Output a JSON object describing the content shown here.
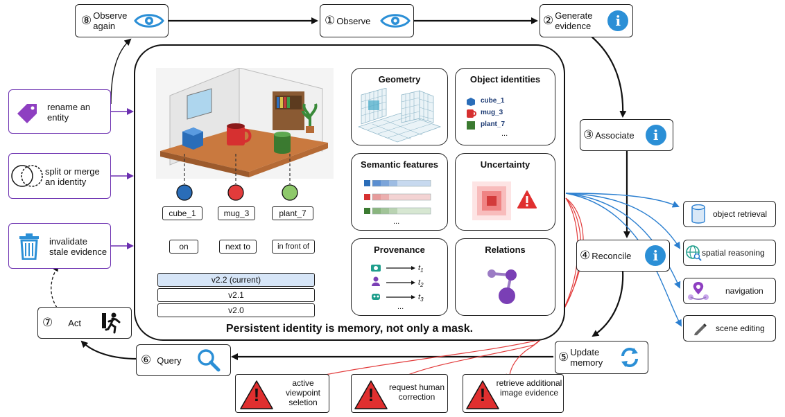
{
  "steps": {
    "s1": {
      "num": "①",
      "label": "Observe"
    },
    "s2": {
      "num": "②",
      "label": "Generate evidence"
    },
    "s3": {
      "num": "③",
      "label": "Associate"
    },
    "s4": {
      "num": "④",
      "label": "Reconcile"
    },
    "s5": {
      "num": "⑤",
      "label": "Update memory"
    },
    "s6": {
      "num": "⑥",
      "label": "Query"
    },
    "s7": {
      "num": "⑦",
      "label": "Act"
    },
    "s8": {
      "num": "⑧",
      "label": "Observe again"
    },
    "info_glyph": "i"
  },
  "edits": {
    "rename": "rename an entity",
    "split": "split or merge an identity",
    "invalidate": "invalidate stale evidence"
  },
  "memory": {
    "caption": "Persistent identity is memory, not only a mask.",
    "entities": [
      "cube_1",
      "mug_3",
      "plant_7"
    ],
    "relations": [
      "on",
      "next to",
      "in front of"
    ],
    "versions": [
      "v2.2 (current)",
      "v2.1",
      "v2.0"
    ]
  },
  "panels": {
    "geometry": "Geometry",
    "identities": {
      "title": "Object identities",
      "items": [
        "cube_1",
        "mug_3",
        "plant_7"
      ],
      "more": "..."
    },
    "semantic": {
      "title": "Semantic features",
      "more": "..."
    },
    "uncertainty": "Uncertainty",
    "provenance": {
      "title": "Provenance",
      "times": [
        "t",
        "t",
        "t"
      ],
      "subs": [
        "1",
        "2",
        "3"
      ],
      "more": "..."
    },
    "relations": "Relations"
  },
  "tools": [
    "object retrieval",
    "spatial reasoning",
    "navigation",
    "scene editing"
  ],
  "warnings": [
    "active viewpoint seletion",
    "request human correction",
    "retrieve additional image evidence"
  ],
  "warning_glyph": "!",
  "colors": {
    "blue_arrow": "#2b7fd0",
    "red_arrow": "#e23b3b",
    "purple_arrow": "#6b2fb0",
    "info": "#2b8fd6"
  }
}
